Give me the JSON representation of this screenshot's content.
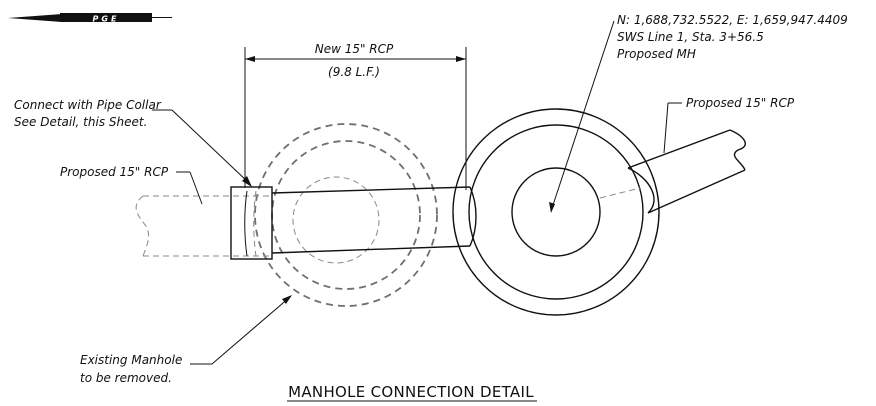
{
  "logo": {
    "text": "PGE"
  },
  "dimension": {
    "label_line1": "New 15\" RCP",
    "label_line2": "(9.8 L.F.)"
  },
  "callouts": {
    "collar_line1": "Connect with Pipe Collar",
    "collar_line2": "See Detail, this Sheet.",
    "left_pipe": "Proposed 15\" RCP",
    "right_pipe": "Proposed 15\" RCP",
    "coords": "N: 1,688,732.5522, E: 1,659,947.4409",
    "station": "SWS Line 1, Sta. 3+56.5",
    "proposed_mh": "Proposed MH",
    "existing_mh_line1": "Existing Manhole",
    "existing_mh_line2": "to be removed."
  },
  "title": "MANHOLE CONNECTION DETAIL",
  "colors": {
    "ink": "#111111",
    "existing": "#6f6f6f"
  }
}
